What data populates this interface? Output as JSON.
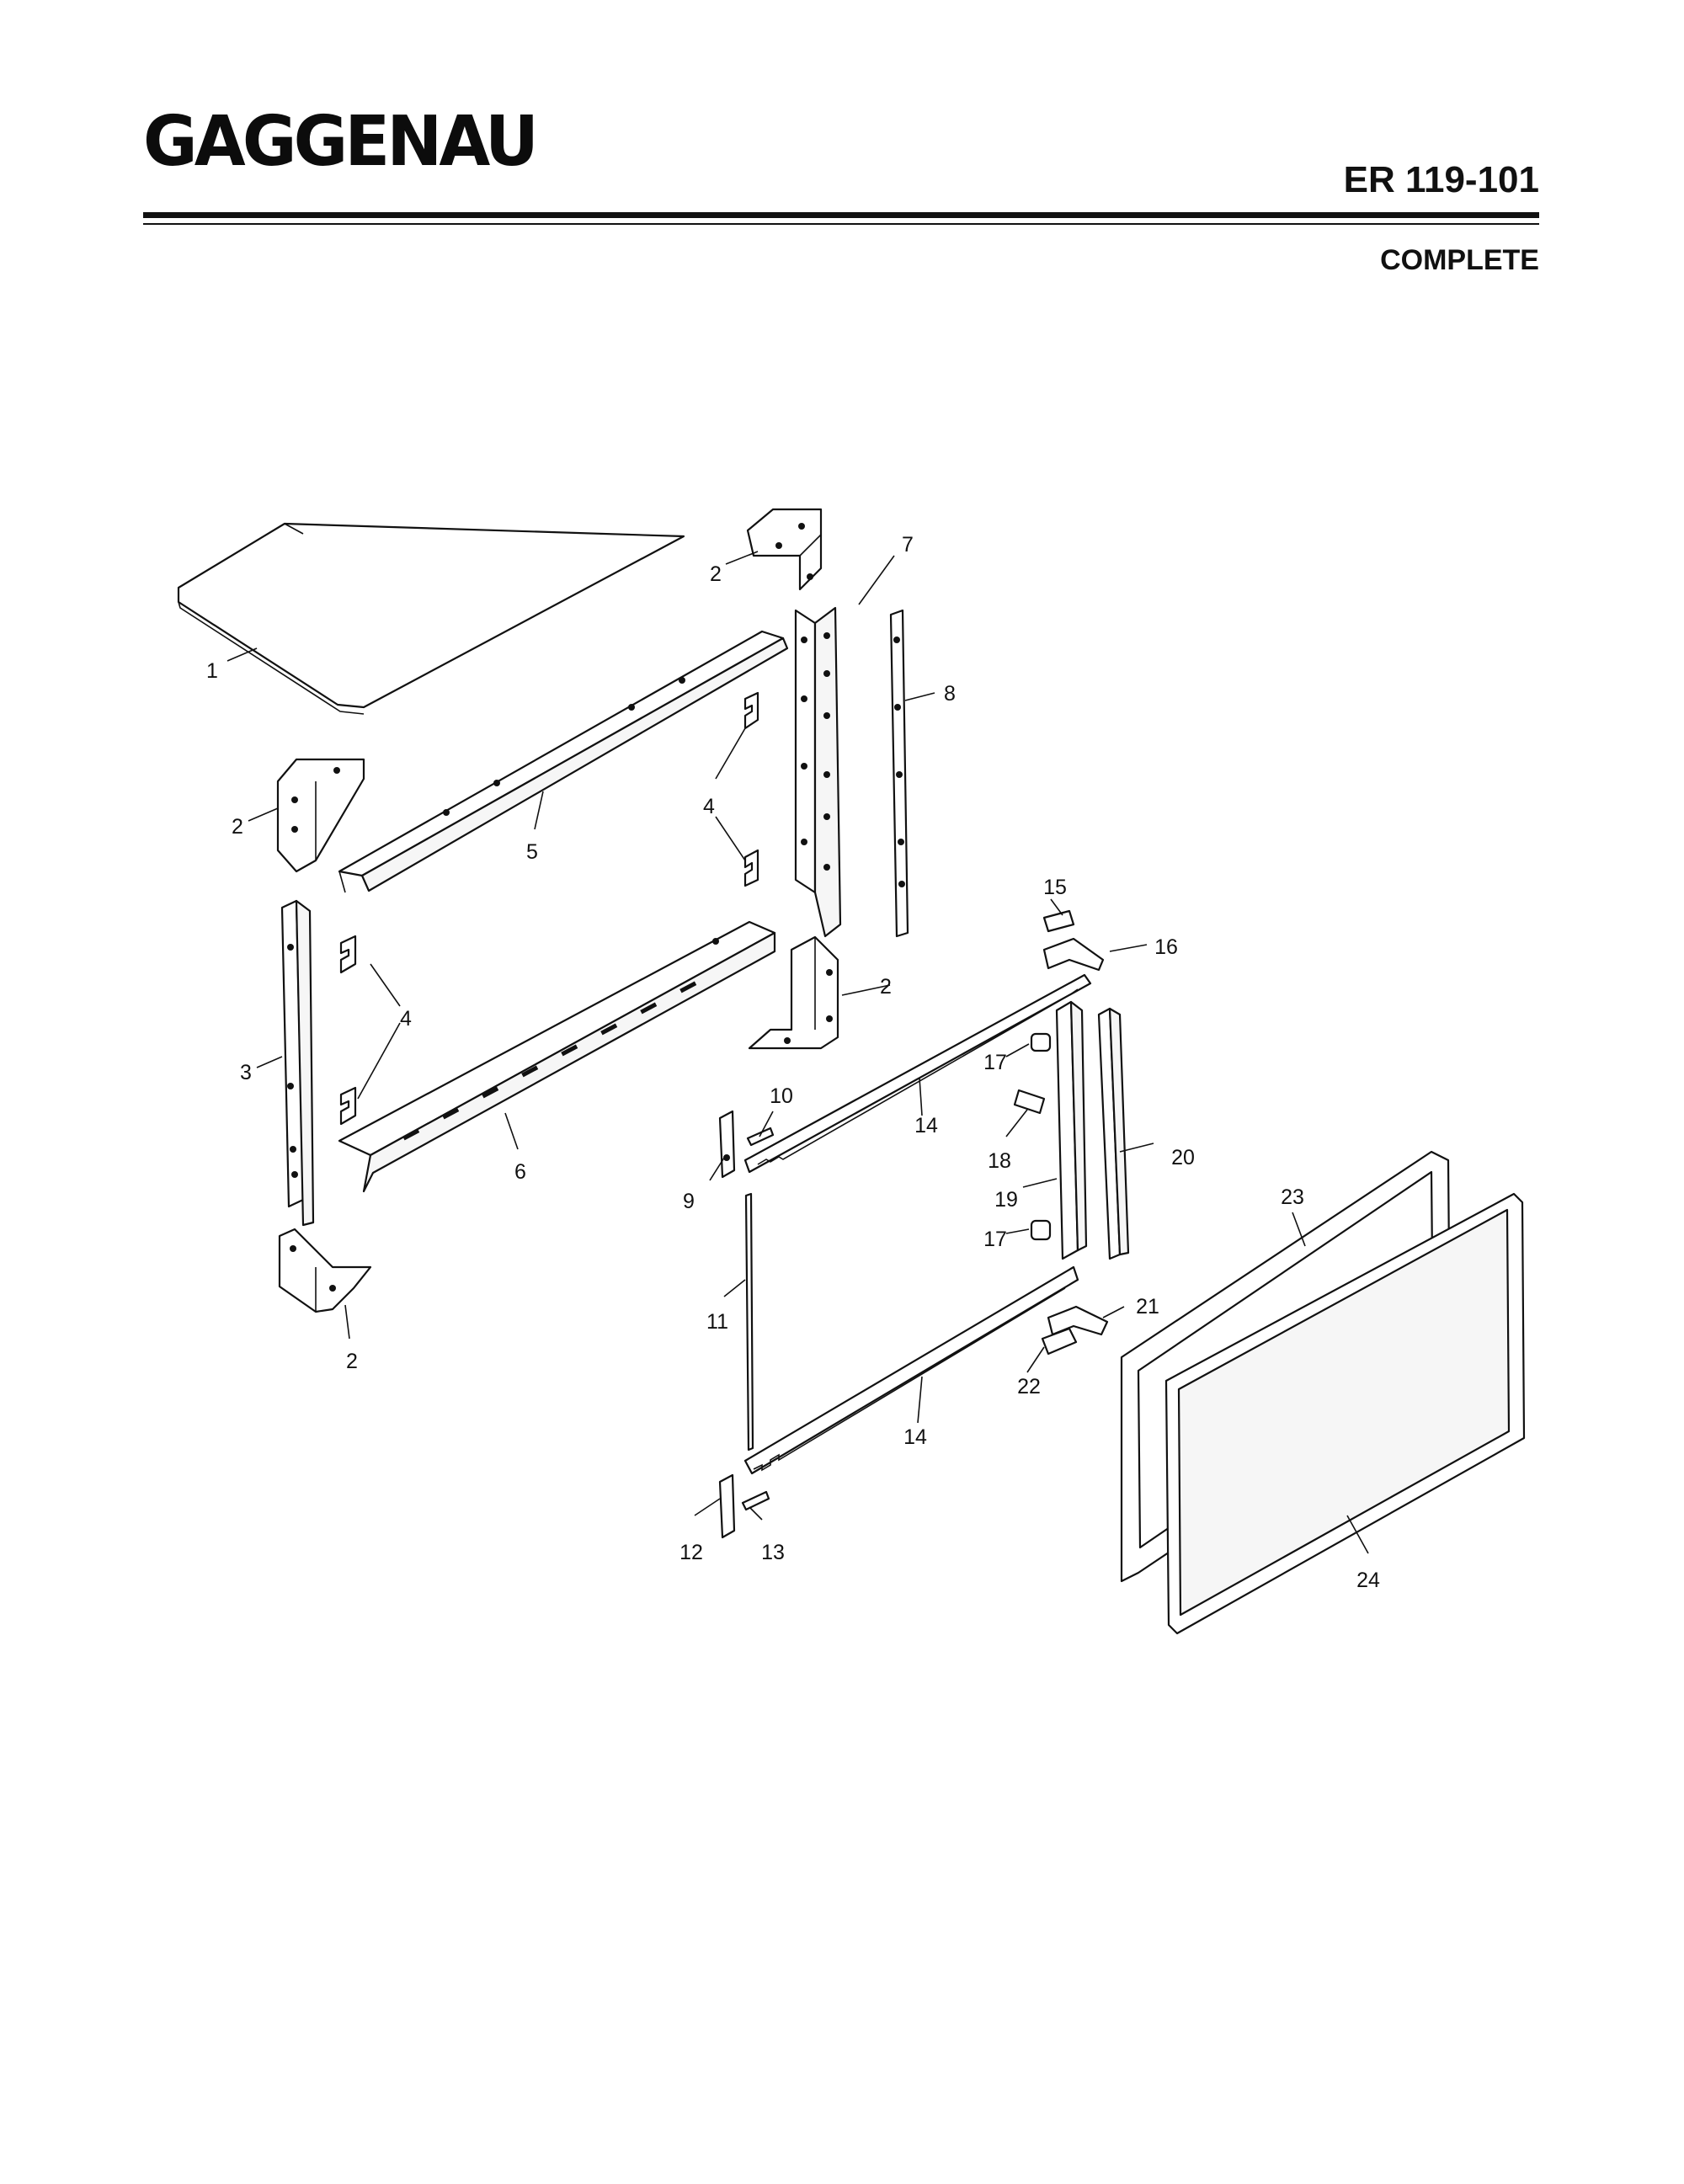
{
  "header": {
    "brand": "GAGGENAU",
    "model": "ER 119-101",
    "subtitle": "COMPLETE"
  },
  "callouts": {
    "c1": "1",
    "c2a": "2",
    "c2b": "2",
    "c2c": "2",
    "c2d": "2",
    "c3": "3",
    "c4a": "4",
    "c4b": "4",
    "c5": "5",
    "c6": "6",
    "c7": "7",
    "c8": "8",
    "c9": "9",
    "c10": "10",
    "c11": "11",
    "c12": "12",
    "c13": "13",
    "c14a": "14",
    "c14b": "14",
    "c15": "15",
    "c16": "16",
    "c17a": "17",
    "c17b": "17",
    "c18": "18",
    "c19": "19",
    "c20": "20",
    "c21": "21",
    "c22": "22",
    "c23": "23",
    "c24": "24"
  }
}
